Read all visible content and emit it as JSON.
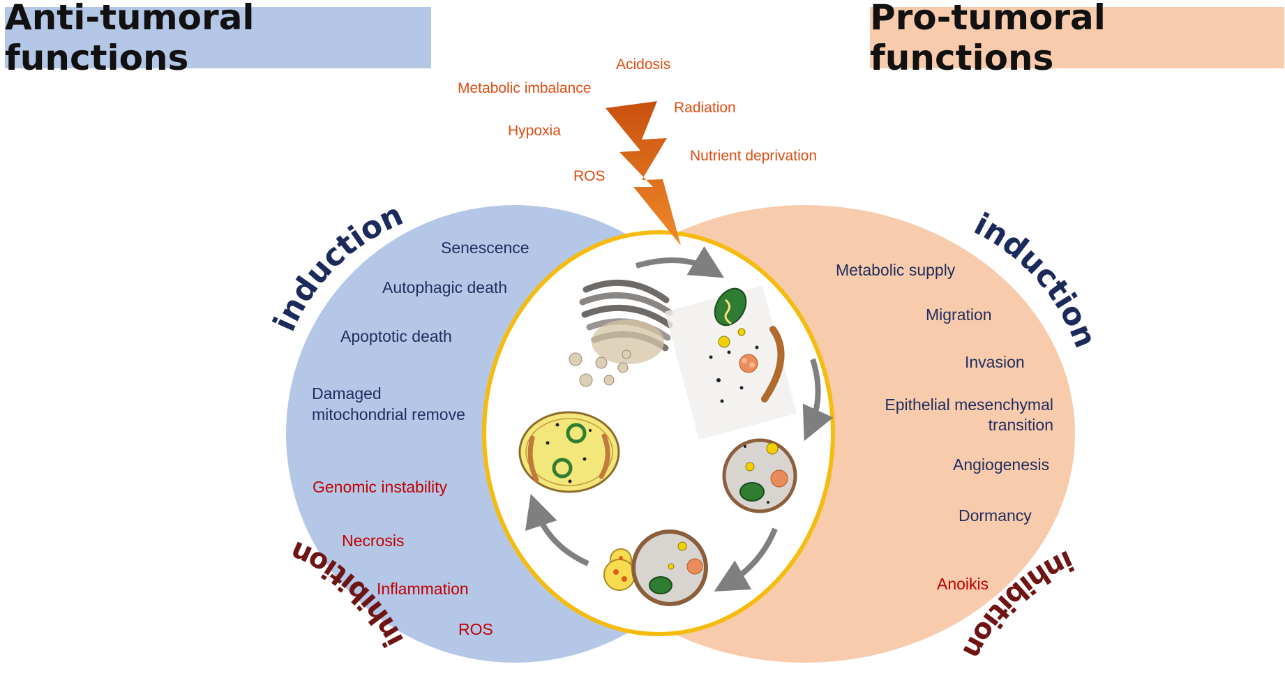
{
  "headers": {
    "anti_title": "Anti-tumoral functions",
    "pro_title": "Pro-tumoral functions"
  },
  "stressors": [
    "Acidosis",
    "Metabolic imbalance",
    "Radiation",
    "Hypoxia",
    "Nutrient deprivation",
    "ROS"
  ],
  "anti": {
    "induction_label": "induction",
    "inhibition_label": "inhibition",
    "induction_items": [
      "Senescence",
      "Autophagic death",
      "Apoptotic death",
      "Damaged",
      "mitochondrial remove"
    ],
    "inhibition_items": [
      "Genomic instability",
      "Necrosis",
      "Inflammation",
      "ROS"
    ]
  },
  "pro": {
    "induction_label": "induction",
    "inhibition_label": "inhibition",
    "induction_items": [
      "Metabolic supply",
      "Migration",
      "Invasion",
      "Epithelial mesenchymal",
      "transition",
      "Angiogenesis",
      "Dormancy"
    ],
    "inhibition_items": [
      "Anoikis"
    ]
  },
  "colors": {
    "anti_fill": "#b4c7e7",
    "pro_fill": "#f8cbad",
    "center_ring": "#f5bb0e",
    "lightning": "#e8691a",
    "arrow": "#7f7f7f",
    "induction_text": "#1b2a5a",
    "inhibition_text": "#6e1414"
  },
  "icons": {
    "lightning": "lightning-bolt-icon",
    "cycle": "autophagy-cycle-arrows-icon"
  }
}
